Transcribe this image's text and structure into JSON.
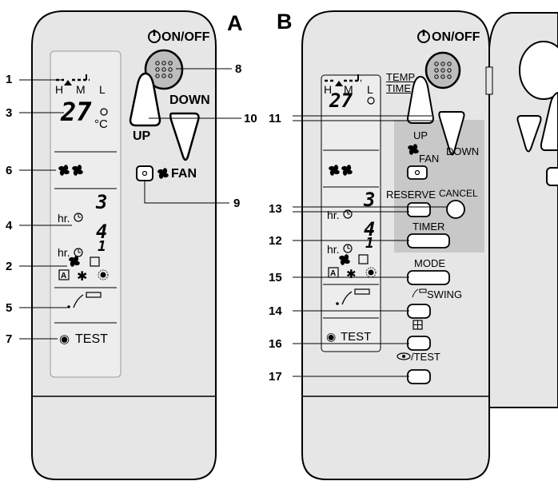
{
  "panel_a": {
    "letter": "A",
    "power_label": "ON/OFF",
    "up_label": "UP",
    "down_label": "DOWN",
    "fan_label": "FAN",
    "lcd": {
      "speed_h": "H",
      "speed_m": "M",
      "speed_l": "L",
      "temperature": "27",
      "unit": "°C",
      "timer_hr_on": "hr.",
      "timer_digit_on": "3",
      "timer_digit_on_2": "4",
      "timer_hr_off": "hr.",
      "timer_digit_off": "1",
      "test_label": "TEST"
    },
    "callouts": {
      "c1": "1",
      "c2": "2",
      "c3": "3",
      "c4": "4",
      "c5": "5",
      "c6": "6",
      "c7": "7",
      "c8": "8",
      "c9": "9",
      "c10": "10"
    }
  },
  "panel_b": {
    "letter": "B",
    "power_label": "ON/OFF",
    "temp_label": "TEMP",
    "time_label": "TIME",
    "up_label": "UP",
    "down_label": "DOWN",
    "fan_label": "FAN",
    "reserve_label": "RESERVE",
    "cancel_label": "CANCEL",
    "timer_label": "TIMER",
    "mode_label": "MODE",
    "swing_label": "SWING",
    "test_label": "/TEST",
    "lcd": {
      "speed_h": "H",
      "speed_m": "M",
      "speed_l": "L",
      "temperature": "27",
      "timer_hr_on": "hr.",
      "timer_digit_on": "3",
      "timer_digit_on_2": "4",
      "timer_hr_off": "hr.",
      "timer_digit_off": "1",
      "test_label": "TEST"
    },
    "callouts": {
      "c11": "11",
      "c12": "12",
      "c13": "13",
      "c14": "14",
      "c15": "15",
      "c16": "16",
      "c17": "17"
    }
  },
  "colors": {
    "body_fill": "#e6e6e6",
    "shade_fill": "#c8c8c8",
    "outline": "#000000",
    "lcd_border": "#9a9a9a"
  },
  "icons": [
    "power-icon",
    "fan-icon",
    "sensor-eye-icon",
    "swing-icon",
    "grid-icon",
    "clock-icon",
    "auto-mode-icon",
    "cool-mode-icon",
    "sun-mode-icon"
  ]
}
